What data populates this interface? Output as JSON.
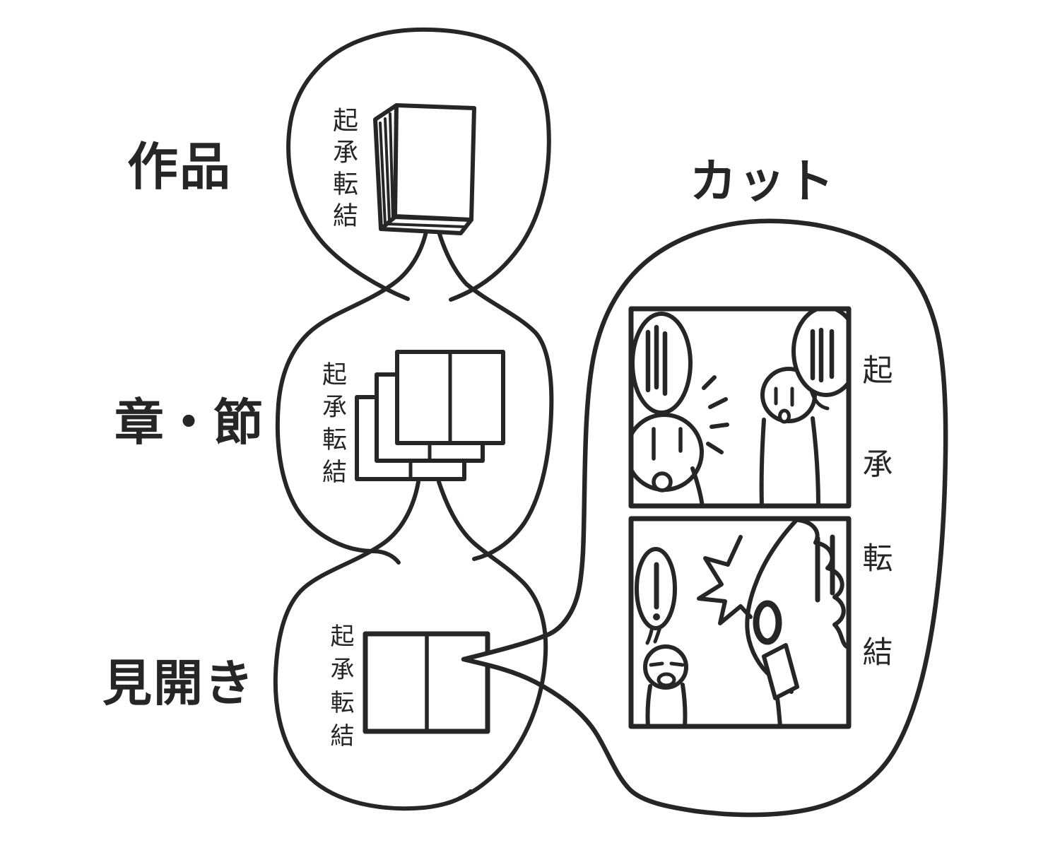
{
  "colors": {
    "ink": "#262626",
    "paper": "#ffffff"
  },
  "labels": {
    "work": "作品",
    "chapter_section": "章・節",
    "spread": "見開き",
    "cut": "カット"
  },
  "kishotenketsu": {
    "work": "起承転結",
    "chapter_section": "起承転結",
    "spread": "起承転結",
    "cut": "起承転結"
  }
}
